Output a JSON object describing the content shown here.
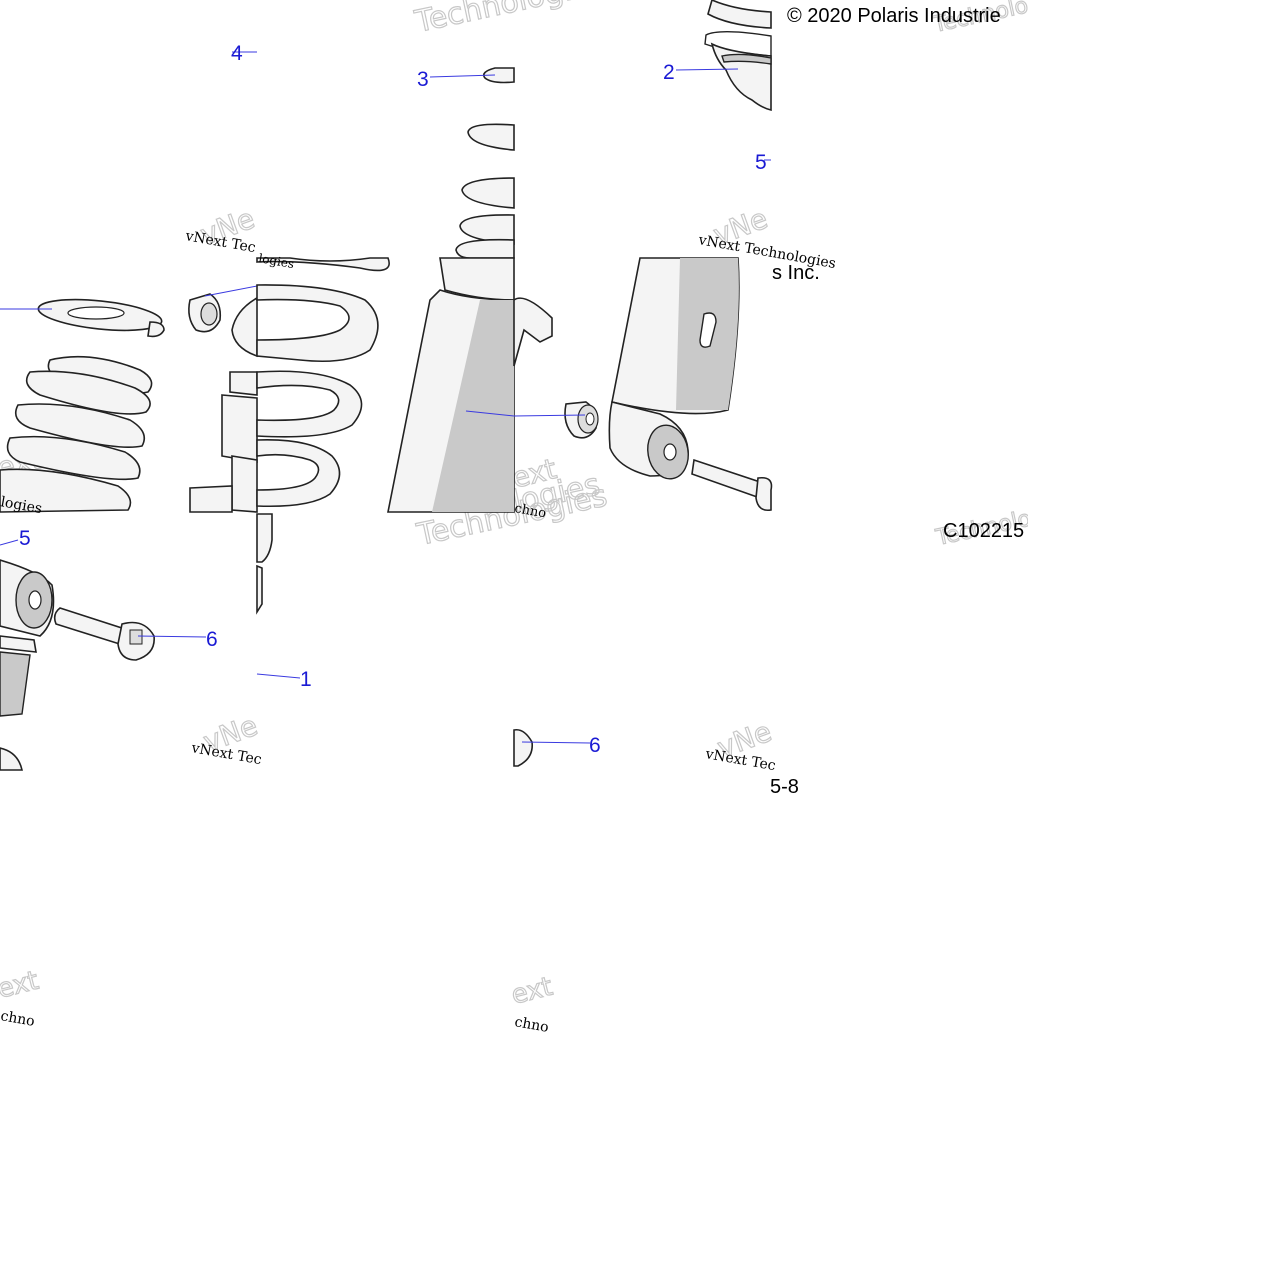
{
  "header": {
    "copyright": "© 2020 Polaris Industrie",
    "copyright_tail": "s Inc."
  },
  "diagram_id": {
    "code": "C102215",
    "suffix": "5-8"
  },
  "watermark": {
    "brand": "vNext Tec",
    "brand_long": "vNext Technologies",
    "tech": "Technologies",
    "ext": "ext",
    "techno": "chno",
    "ne": "vNe",
    "ogies": "logies"
  },
  "callouts": [
    {
      "label": "4"
    },
    {
      "label": "3"
    },
    {
      "label": "2"
    },
    {
      "label": "5"
    },
    {
      "label": "5"
    },
    {
      "label": "6"
    },
    {
      "label": "1"
    },
    {
      "label": "6"
    }
  ]
}
